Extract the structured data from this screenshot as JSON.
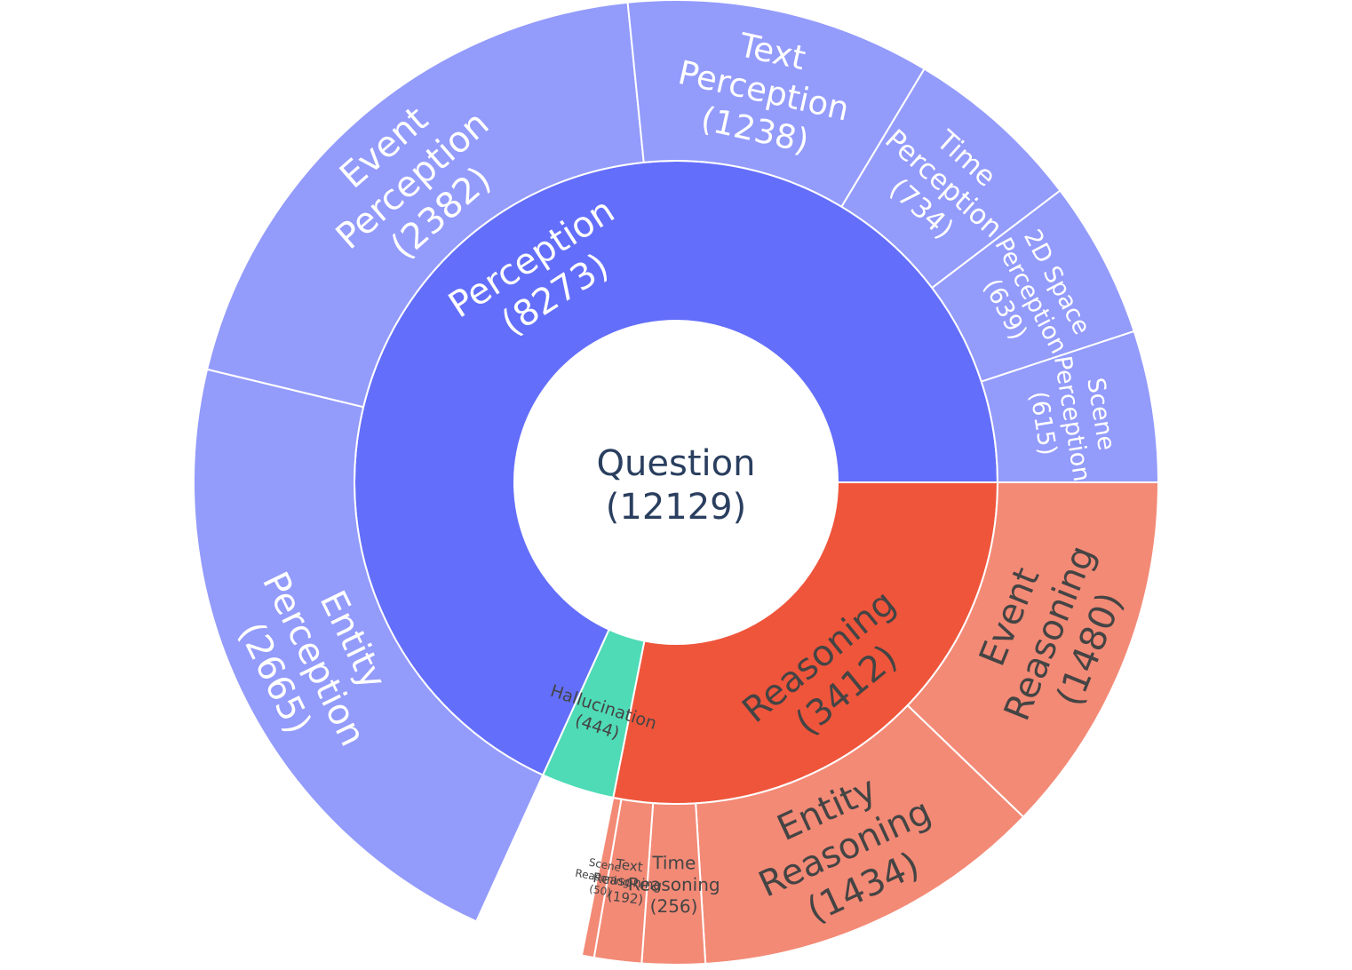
{
  "chart_data": {
    "type": "sunburst",
    "title": "",
    "colors": {
      "Perception": "#636efa",
      "Perception_child": "#939bfb",
      "Reasoning": "#ef553b",
      "Reasoning_child": "#f38a76",
      "Hallucination": "#4fdbb6",
      "center_fill": "#ffffff",
      "text_dark": "#2a3f5f",
      "text_light": "#ffffff",
      "text_grey": "#444444"
    },
    "root": {
      "label": "Question",
      "value": 12129,
      "display": "(12129)"
    },
    "categories": [
      {
        "key": "Perception",
        "label": "Perception",
        "value": 8273,
        "display": "(8273)",
        "children": [
          {
            "label": [
              "Entity",
              "Perception"
            ],
            "value": 2665,
            "display": "(2665)"
          },
          {
            "label": [
              "Event",
              "Perception"
            ],
            "value": 2382,
            "display": "(2382)"
          },
          {
            "label": [
              "Text",
              "Perception"
            ],
            "value": 1238,
            "display": "(1238)"
          },
          {
            "label": [
              "Time",
              "Perception"
            ],
            "value": 734,
            "display": "(734)"
          },
          {
            "label": [
              "2D Space",
              "Perception"
            ],
            "value": 639,
            "display": "(639)"
          },
          {
            "label": [
              "Scene",
              "Perception"
            ],
            "value": 615,
            "display": "(615)"
          }
        ]
      },
      {
        "key": "Reasoning",
        "label": "Reasoning",
        "value": 3412,
        "display": "(3412)",
        "children": [
          {
            "label": [
              "Event",
              "Reasoning"
            ],
            "value": 1480,
            "display": "(1480)"
          },
          {
            "label": [
              "Entity",
              "Reasoning"
            ],
            "value": 1434,
            "display": "(1434)"
          },
          {
            "label": [
              "Time",
              "Reasoning"
            ],
            "value": 256,
            "display": "(256)"
          },
          {
            "label": [
              "Text",
              "Reasoning"
            ],
            "value": 192,
            "display": "(192)"
          },
          {
            "label": [
              "Scene",
              "Reasoning"
            ],
            "value": 50,
            "display": "(50)"
          }
        ]
      },
      {
        "key": "Hallucination",
        "label": "Hallucination",
        "value": 444,
        "display": "(444)",
        "children": []
      }
    ]
  }
}
